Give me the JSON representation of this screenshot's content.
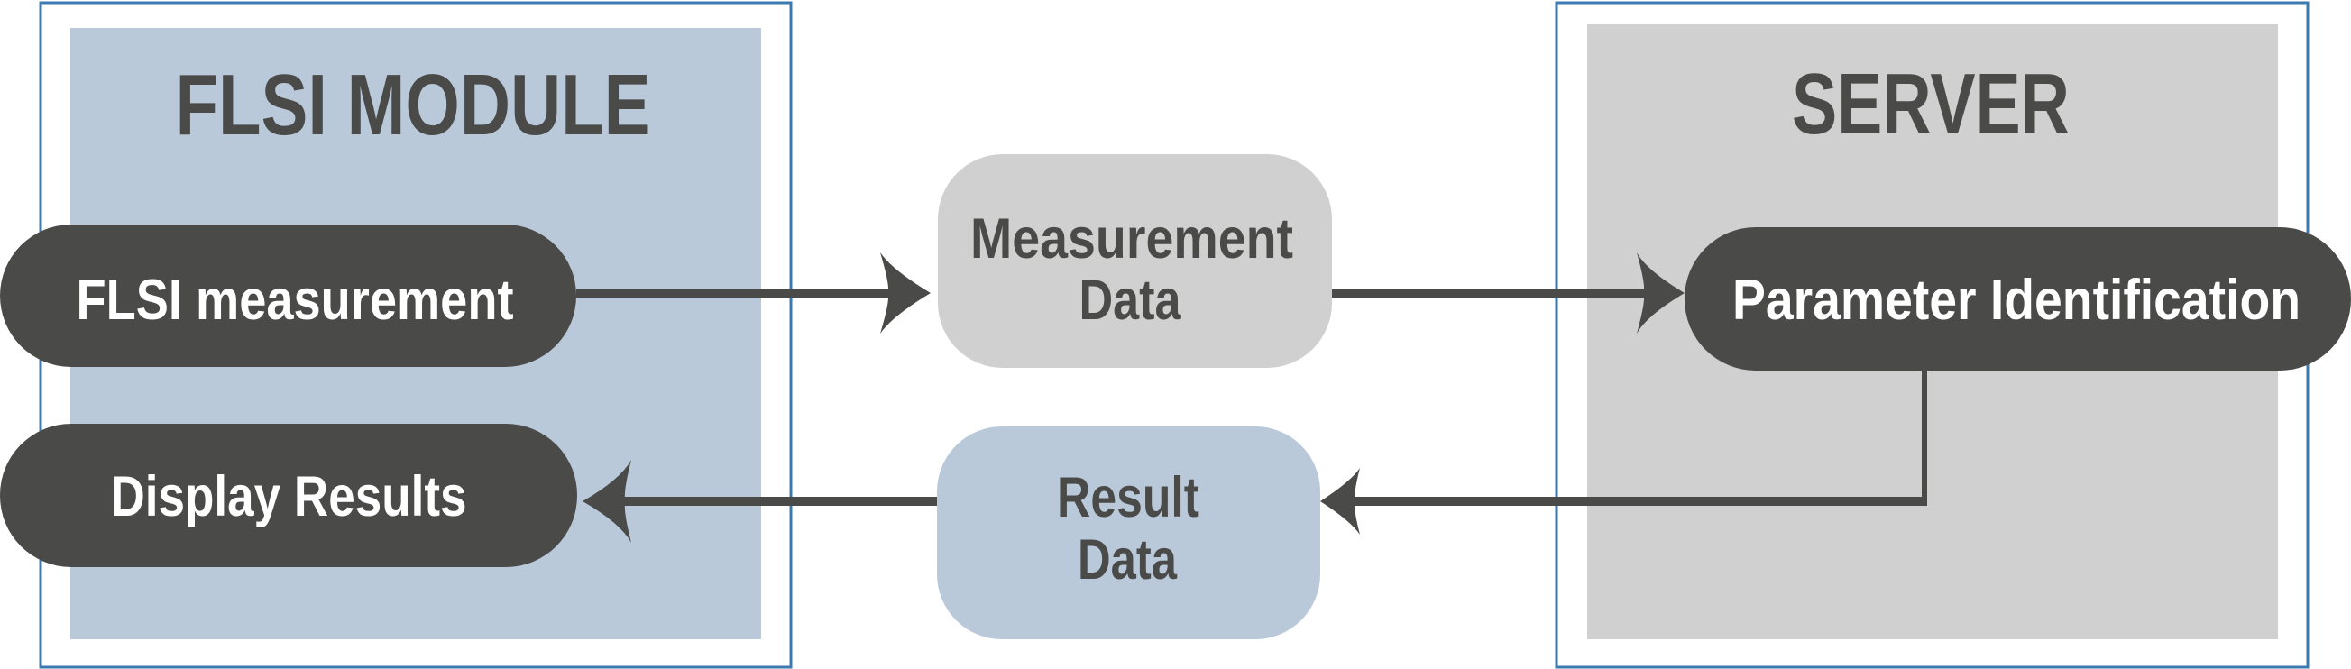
{
  "colors": {
    "frame_border": "#3b7ab0",
    "module_fill": "#b9c9da",
    "server_fill": "#d0d0d0",
    "process_fill": "#4a4a49",
    "process_text": "#ffffff",
    "data_text": "#4a4a49",
    "measurement_data_fill": "#d0d0d0",
    "result_data_fill": "#b9c9da",
    "connector": "#4a4a49"
  },
  "module": {
    "title": "FLSI MODULE",
    "processes": [
      {
        "label": "FLSI measurement"
      },
      {
        "label": "Display Results"
      }
    ]
  },
  "server": {
    "title": "SERVER",
    "processes": [
      {
        "label": "Parameter Identification"
      }
    ]
  },
  "data_objects": [
    {
      "lines": [
        "Measurement",
        "Data"
      ]
    },
    {
      "lines": [
        "Result",
        "Data"
      ]
    }
  ],
  "flows": [
    {
      "from": "FLSI measurement",
      "to": "Measurement Data"
    },
    {
      "from": "Measurement Data",
      "to": "Parameter Identification"
    },
    {
      "from": "Parameter Identification",
      "to": "Result Data"
    },
    {
      "from": "Result Data",
      "to": "Display Results"
    }
  ]
}
